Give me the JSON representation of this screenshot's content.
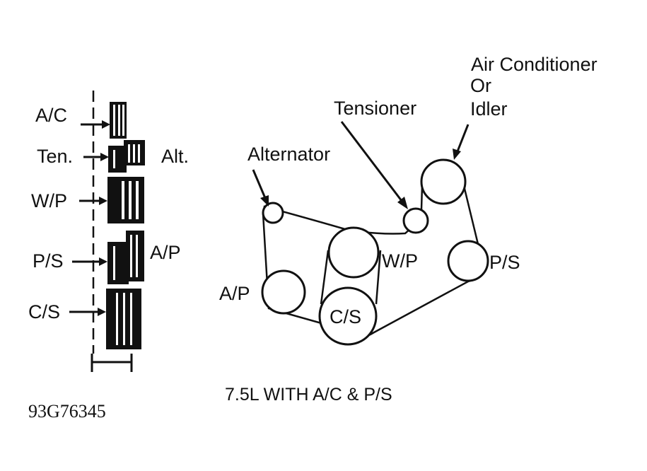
{
  "side_view": {
    "labels": {
      "ac": "A/C",
      "ten": "Ten.",
      "alt": "Alt.",
      "wp": "W/P",
      "ps": "P/S",
      "ap": "A/P",
      "cs": "C/S"
    }
  },
  "front_view": {
    "labels": {
      "air_conditioner": "Air Conditioner",
      "or": "Or",
      "idler": "Idler",
      "tensioner": "Tensioner",
      "alternator": "Alternator",
      "wp": "W/P",
      "ps": "P/S",
      "ap": "A/P",
      "cs": "C/S"
    }
  },
  "caption": "7.5L WITH A/C & P/S",
  "figure_code": "93G76345"
}
